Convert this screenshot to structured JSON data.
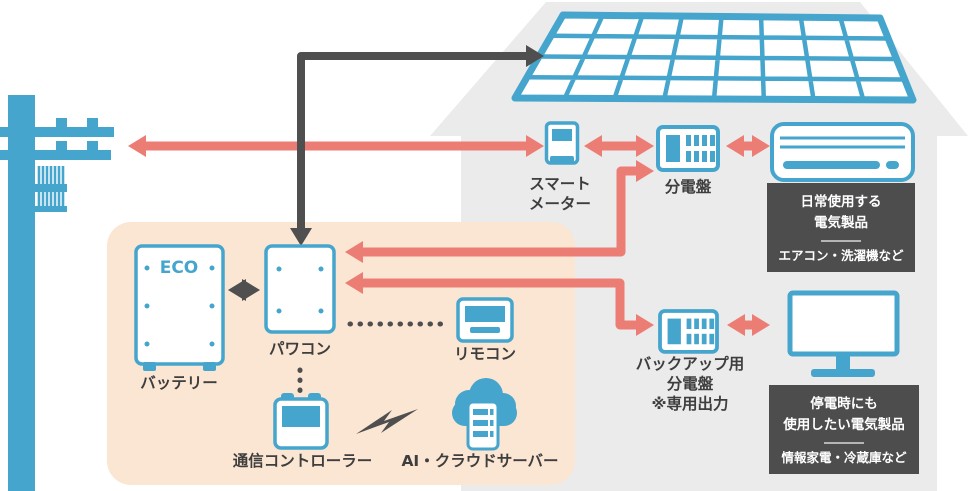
{
  "palette": {
    "blue": "#45A5CD",
    "salmon": "#EC7D74",
    "dark": "#4F4F4F",
    "peach": "#FBE5D3",
    "house": "#EBEBEB",
    "label_text": "#3E3E3E",
    "callout_bg": "#4D4D4D",
    "callout_text": "#FFFFFF"
  },
  "nodes": {
    "smart_meter": {
      "label": "スマート\nメーター"
    },
    "distribution_board": {
      "label": "分電盤"
    },
    "backup_board": {
      "label": "バックアップ用\n分電盤\n※専用出力"
    },
    "battery": {
      "label": "バッテリー",
      "badge": "ECO"
    },
    "power_conditioner": {
      "label": "パワコン"
    },
    "remote_control": {
      "label": "リモコン"
    },
    "comm_controller": {
      "label": "通信コントローラー"
    },
    "cloud_server": {
      "label": "AI・クラウドサーバー"
    }
  },
  "callouts": {
    "daily_use": {
      "title": "日常使用する\n電気製品",
      "examples": "エアコン・洗濯機など"
    },
    "outage_use": {
      "title": "停電時にも\n使用したい電気製品",
      "examples": "情報家電・冷蔵庫など"
    }
  }
}
